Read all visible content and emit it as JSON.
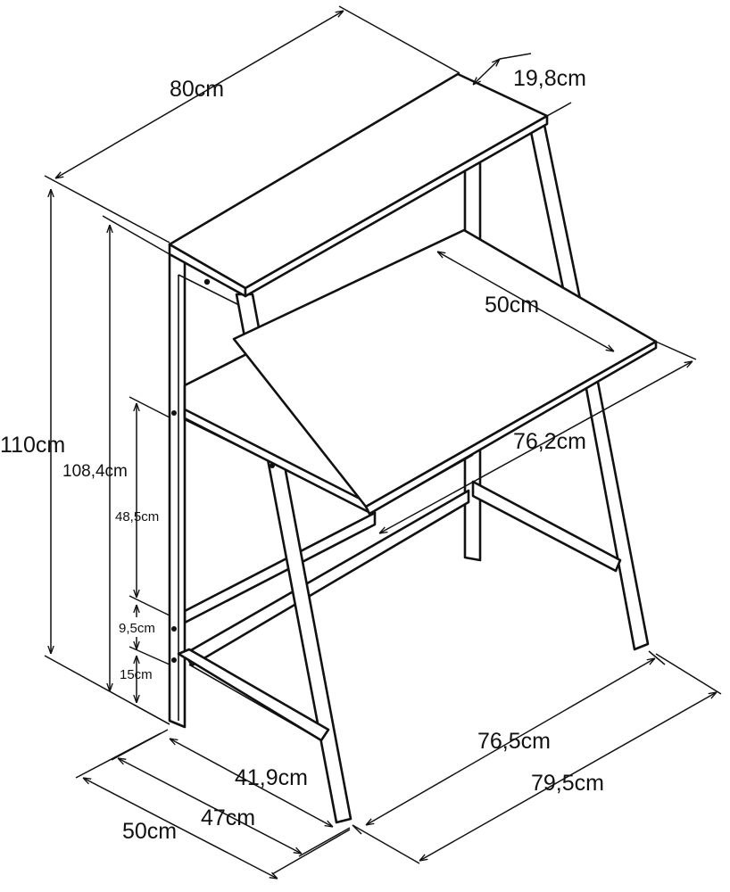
{
  "dimensions": {
    "width_top": "80cm",
    "depth_top": "19,8cm",
    "total_height": "110cm",
    "inner_height": "108,4cm",
    "shelf_gap": "48,5cm",
    "rail_gap": "9,5cm",
    "base_height": "15cm",
    "desk_depth": "50cm",
    "desk_width": "76,2cm",
    "base_width_inner": "76,5cm",
    "base_width_outer": "79,5cm",
    "side_depth_inner": "41,9cm",
    "side_depth_mid": "47cm",
    "side_depth_outer": "50cm"
  }
}
